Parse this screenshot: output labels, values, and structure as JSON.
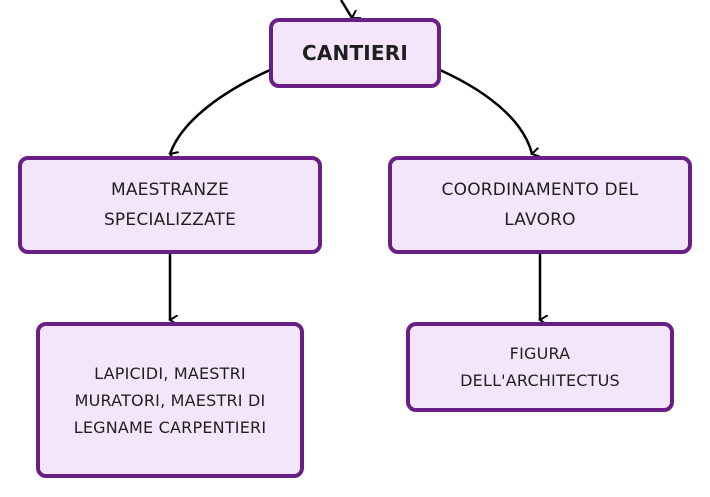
{
  "diagram": {
    "root": {
      "label": "CANTIERI"
    },
    "left": {
      "label": "MAESTRANZE SPECIALIZZATE"
    },
    "right": {
      "label": "COORDINAMENTO DEL LAVORO"
    },
    "left_child": {
      "label": "LAPICIDI, MAESTRI MURATORI, MAESTRI DI LEGNAME CARPENTIERI"
    },
    "right_child": {
      "label": "FIGURA DELL'ARCHITECTUS"
    },
    "colors": {
      "node_fill": "#f3e6fb",
      "node_border": "#6a1f86",
      "connector": "#000000",
      "text": "#1f1f1f"
    }
  }
}
